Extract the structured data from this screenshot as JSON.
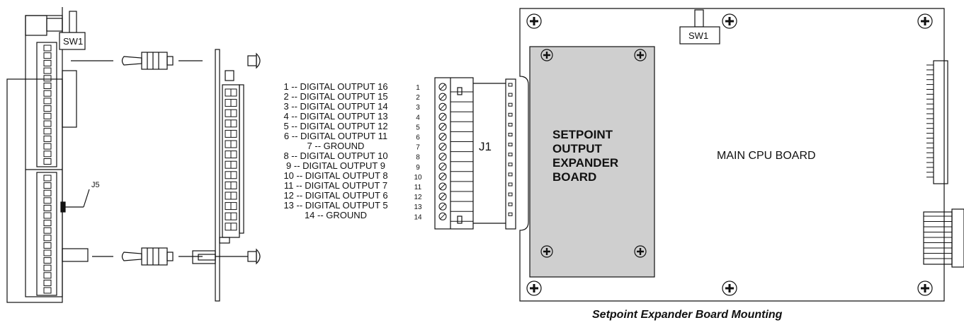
{
  "left_assembly": {
    "sw1_label": "SW1",
    "j5_label": "J5"
  },
  "pin_list": [
    "1 -- DIGITAL OUTPUT 16",
    "2 -- DIGITAL OUTPUT 15",
    "3 -- DIGITAL OUTPUT 14",
    "4 -- DIGITAL OUTPUT 13",
    "5 -- DIGITAL OUTPUT 12",
    "6 -- DIGITAL OUTPUT 11",
    "7 -- GROUND",
    "8 -- DIGITAL OUTPUT 10",
    "9 -- DIGITAL OUTPUT 9",
    "10 -- DIGITAL OUTPUT 8",
    "11 -- DIGITAL OUTPUT 7",
    "12 -- DIGITAL OUTPUT 6",
    "13 -- DIGITAL OUTPUT 5",
    "14 -- GROUND"
  ],
  "terminal": {
    "numbers": [
      "1",
      "2",
      "3",
      "4",
      "5",
      "6",
      "7",
      "8",
      "9",
      "10",
      "11",
      "12",
      "13",
      "14"
    ],
    "j1_label": "J1"
  },
  "main_board": {
    "sw1_label": "SW1",
    "label": "MAIN CPU BOARD",
    "expander_label": [
      "SETPOINT",
      "OUTPUT",
      "EXPANDER",
      "BOARD"
    ]
  },
  "caption": "Setpoint Expander Board Mounting",
  "colors": {
    "line": "#111111",
    "expander_fill": "#cfcfcf",
    "background": "#ffffff"
  }
}
